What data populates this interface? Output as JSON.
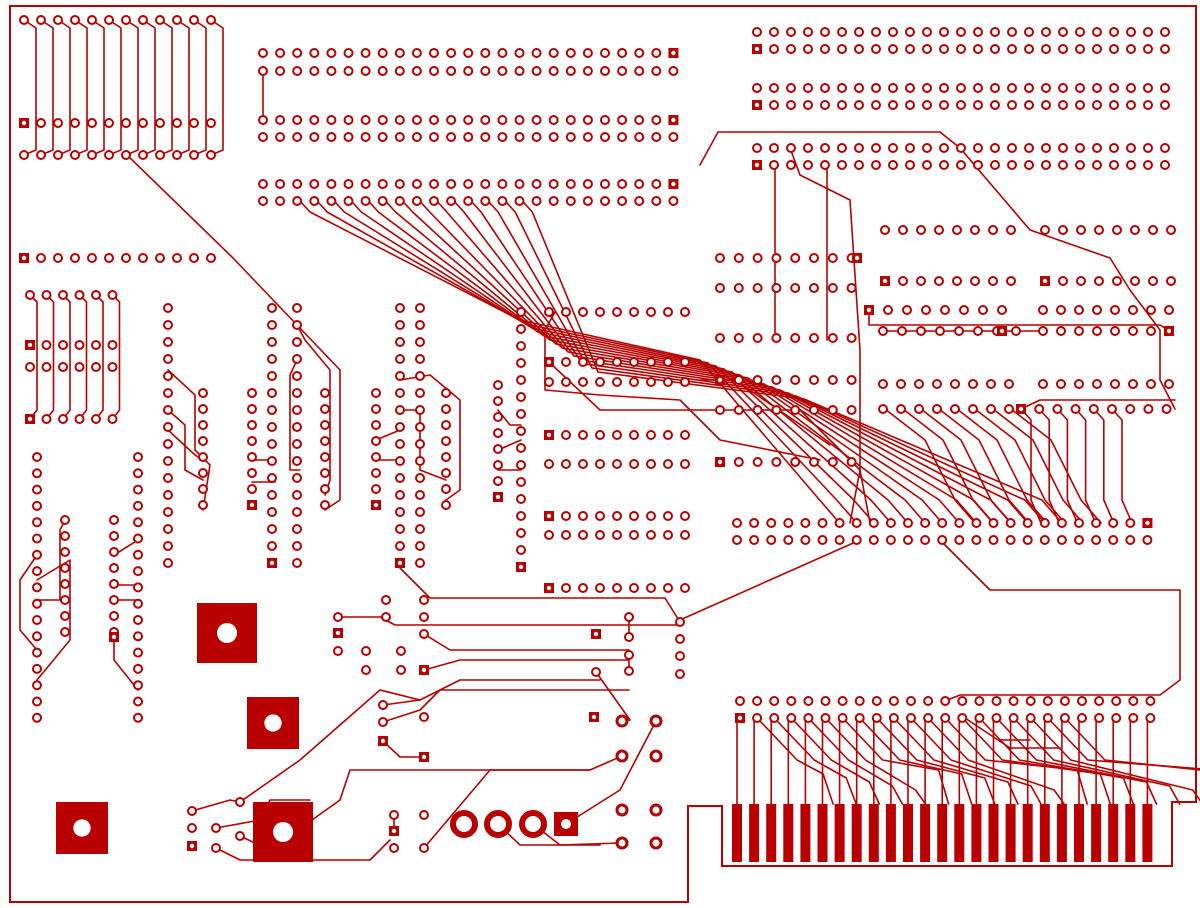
{
  "board": {
    "title": "",
    "colors": {
      "copper": "#b80000",
      "background": "#ffffff",
      "hole": "#ffffff"
    },
    "features": {
      "mounting_holes": 4,
      "edge_connector_fingers": 25,
      "chip_footprints": 40
    }
  }
}
